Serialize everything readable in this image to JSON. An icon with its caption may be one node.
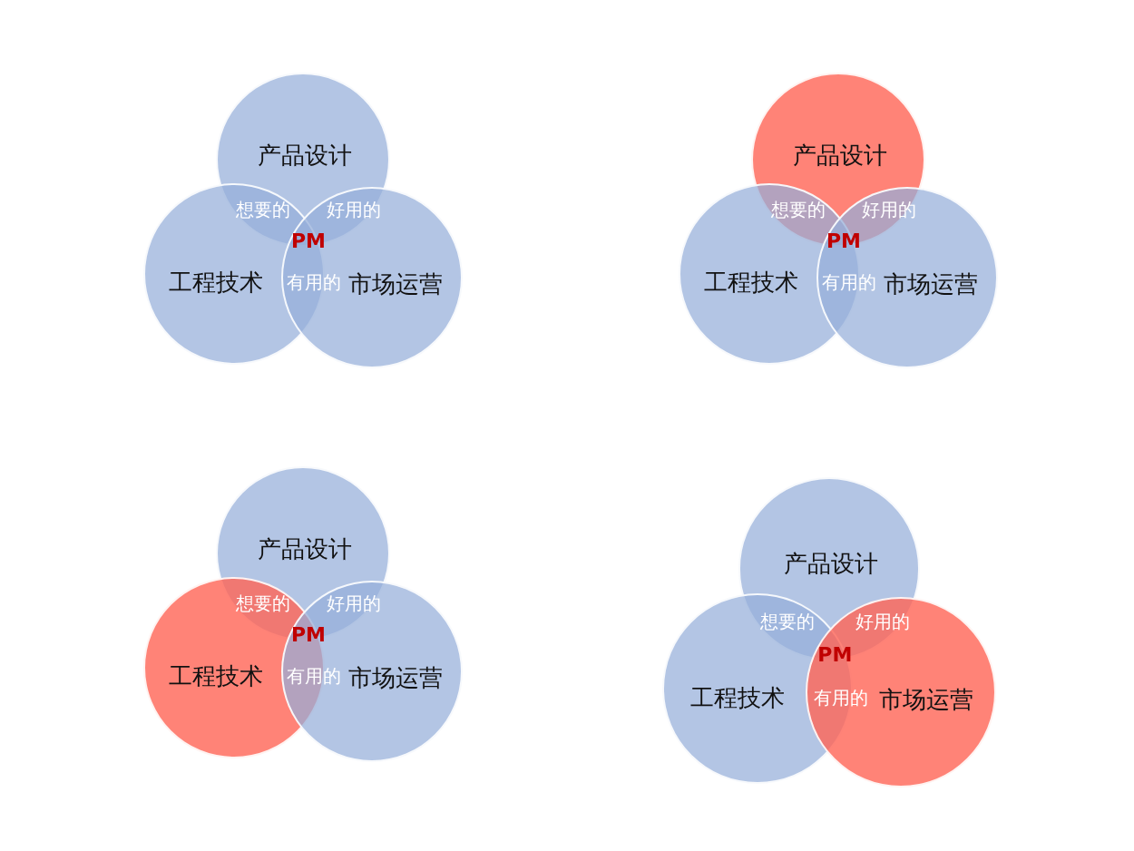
{
  "diagram": {
    "nodes": [
      {
        "text": [
          "产品设计"
        ]
      },
      {
        "text": [
          "工程技术"
        ]
      },
      {
        "text": [
          "市场运营"
        ]
      },
      {
        "text": [
          "产品设计"
        ]
      },
      {
        "text": [
          "工程技术"
        ]
      },
      {
        "text": [
          "市场运营"
        ]
      },
      {
        "text": [
          "产品设计"
        ]
      },
      {
        "text": [
          "工程技术"
        ]
      },
      {
        "text": [
          "市场运营"
        ]
      },
      {
        "text": [
          "产品设计"
        ]
      },
      {
        "text": [
          "工程技术"
        ]
      },
      {
        "text": [
          "市场运营"
        ]
      }
    ],
    "labels": [
      "想要的",
      "好用的",
      "PM",
      "有用的",
      "想要的",
      "好用的",
      "PM",
      "有用的",
      "想要的",
      "好用的",
      "PM",
      "有用的",
      "想要的",
      "好用的",
      "PM",
      "有用的"
    ]
  }
}
